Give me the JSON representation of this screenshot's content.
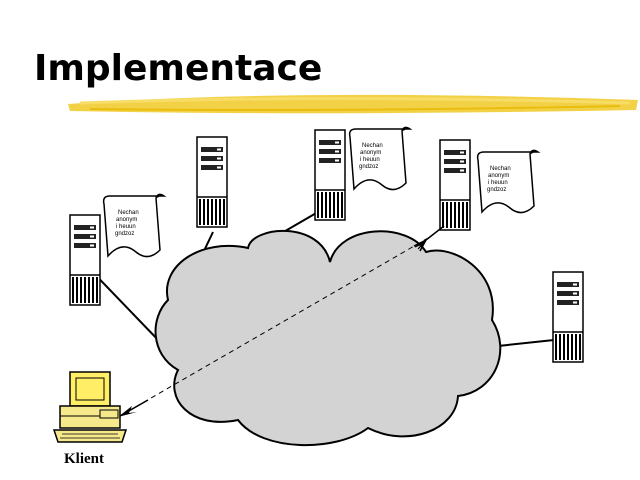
{
  "slide": {
    "title": "Implementace"
  },
  "diagram": {
    "client_label": "Klient",
    "document_lines": [
      "Nechan",
      "anonym",
      "i heuun",
      "gndzoz"
    ],
    "colors": {
      "cloud_fill": "#d3d3d3",
      "brush_stroke": "#f2cc33",
      "monitor_fill": "#ffee66",
      "computer_fill": "#f6e98c",
      "outline": "#000000",
      "background": "#ffffff"
    },
    "icons": [
      "server-icon",
      "document-icon",
      "client-computer-icon",
      "network-cloud-icon"
    ]
  }
}
